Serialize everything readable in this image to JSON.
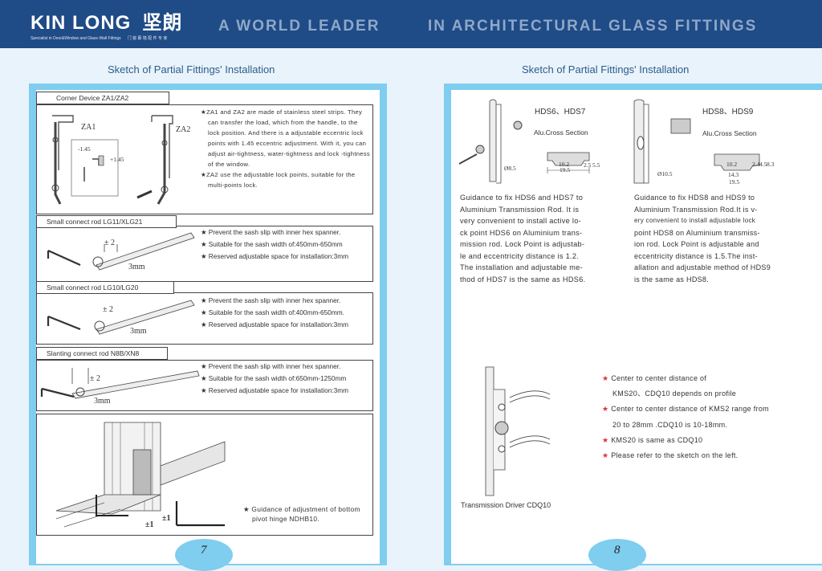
{
  "header": {
    "logo_en": "KIN LONG",
    "logo_cn": "坚朗",
    "tagline": "Specialist in Door&Window and Glass-Wall Fittings",
    "tagline_cn": "门 窗 幕 墙 配 件 专 家",
    "banner_left": "A WORLD LEADER",
    "banner_right": "IN ARCHITECTURAL GLASS FITTINGS"
  },
  "left": {
    "title": "Sketch of Partial Fittings' Installation",
    "corner": {
      "tab": "Corner Device ZA1/ZA2",
      "za1": "ZA1",
      "za2": "ZA2",
      "minus": "-1.45",
      "plus": "+1.45",
      "lines": [
        "★ZA1 and ZA2 are made of stainless steel strips. They",
        "can transfer the load, which from the handle, to the",
        "lock position. And there is a adjustable eccentric lock",
        "points with 1.45 eccentric adjustment. With it, you can",
        "adjust air-tightness, water-tightness and lock -tightness",
        "of the window.",
        "★ZA2 use the adjustable lock points, suitable for the",
        "multi-points lock."
      ]
    },
    "rod1": {
      "tab": "Small connect rod LG11/XLG21",
      "pm": "± 2",
      "mm": "3mm",
      "items": [
        "★  Prevent the sash slip with inner hex spanner.",
        "★  Suitable for the sash width of:450mm-650mm",
        "★  Reserved adjustable space for installation:3mm"
      ]
    },
    "rod2": {
      "tab": "Small connect rod LG10/LG20",
      "pm": "± 2",
      "mm": "3mm",
      "items": [
        "★  Prevent the sash slip with inner hex spanner.",
        "★  Suitable for the sash width of:400mm-650mm.",
        "★  Reserved adjustable space for installation:3mm"
      ]
    },
    "rod3": {
      "tab": "Slanting connect rod N8B/XN8",
      "pm": "± 2",
      "mm": "3mm",
      "items": [
        "★  Prevent the sash slip with inner hex spanner.",
        "★  Suitable for the sash width of:650mm-1250mm",
        "★  Reserved adjustable space for installation:3mm"
      ]
    },
    "hinge": {
      "pm1": "±1",
      "pm2": "±1",
      "lines": [
        "★  Guidance of adjustment of bottom",
        "pivot hinge NDHB10."
      ]
    },
    "page": "7"
  },
  "right": {
    "title": "Sketch of Partial Fittings' Installation",
    "hds6": {
      "heading": "HDS6、HDS7",
      "cross": "Alu.Cross Section",
      "d1": "10.2",
      "d2": "19.5",
      "d3": "2.5",
      "d4": "5.5",
      "dv": "Ø8.5",
      "lines": [
        "Guidance to fix HDS6 and HDS7 to",
        "Aluminium  Transmission Rod. It is",
        "very convenient to install active lo-",
        "ck point HDS6 on Aluminium trans-",
        "mission rod. Lock Point is adjustab-",
        "le and eccentricity distance is 1.2.",
        "The installation and adjustable me-",
        "thod of HDS7 is the same as HDS6."
      ]
    },
    "hds8": {
      "heading": "HDS8、HDS9",
      "cross": "Alu.Cross Section",
      "d1": "10.2",
      "d2": "14.3",
      "d3": "19.5",
      "d4": "2.4",
      "d5": "4.5",
      "d6": "8.3",
      "dv": "Ø10.5",
      "lines": [
        "Guidance  to fix HDS8 and HDS9  to",
        "Aluminium Transmission Rod.It is v-",
        "ery  convenient  to install adjustable lock",
        "point HDS8 on Aluminium transmiss-",
        "ion  rod. Lock Point is adjustable and",
        "eccentricity distance is 1.5.The inst-",
        "allation and adjustable method of HDS9",
        "is the same as HDS8."
      ]
    },
    "cdq": {
      "caption": "Transmission Driver CDQ10",
      "items": [
        {
          "star": "★",
          "text": "Center to center distance of"
        },
        {
          "star": "",
          "text": "KMS20、CDQ10 depends on profile"
        },
        {
          "star": "★",
          "text": "Center to center distance of KMS2 range from"
        },
        {
          "star": "",
          "text": "20 to 28mm .CDQ10 is 10-18mm."
        },
        {
          "star": "★",
          "text": "KMS20 is same as CDQ10"
        },
        {
          "star": "★",
          "text": "Please refer to the sketch on the left."
        }
      ]
    },
    "page": "8"
  },
  "colors": {
    "header": "#1f4b86",
    "frame": "#7fcdef",
    "accent_star": "#dd3333"
  }
}
